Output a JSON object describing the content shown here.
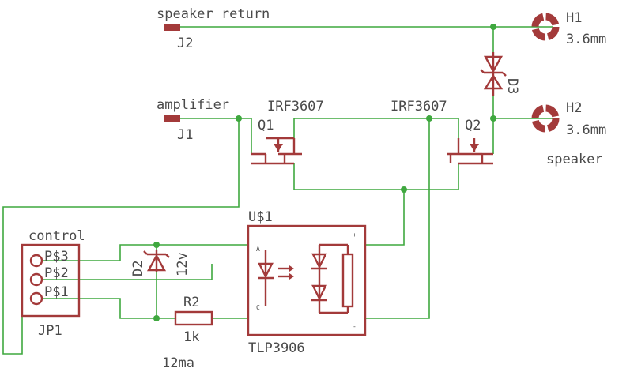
{
  "labels": {
    "speaker_return": "speaker return",
    "j2": "J2",
    "h1": "H1",
    "h1_size": "3.6mm",
    "d3": "D3",
    "amplifier": "amplifier",
    "j1": "J1",
    "q1_part": "IRF3607",
    "q1": "Q1",
    "q2_part": "IRF3607",
    "q2": "Q2",
    "h2": "H2",
    "h2_size": "3.6mm",
    "speaker": "speaker",
    "control": "control",
    "p3": "P$3",
    "p2": "P$2",
    "p1": "P$1",
    "jp1": "JP1",
    "d2": "D2",
    "d2_value": "12v",
    "r2": "R2",
    "r2_value": "1k",
    "current": "12ma",
    "u1": "U$1",
    "u1_part": "TLP3906",
    "pin_a": "A",
    "pin_c": "C",
    "pin_plus": "+",
    "pin_minus": "-"
  },
  "colors": {
    "wire": "#3fa83f",
    "component": "#a33a3a",
    "text": "#4a4a4a"
  }
}
